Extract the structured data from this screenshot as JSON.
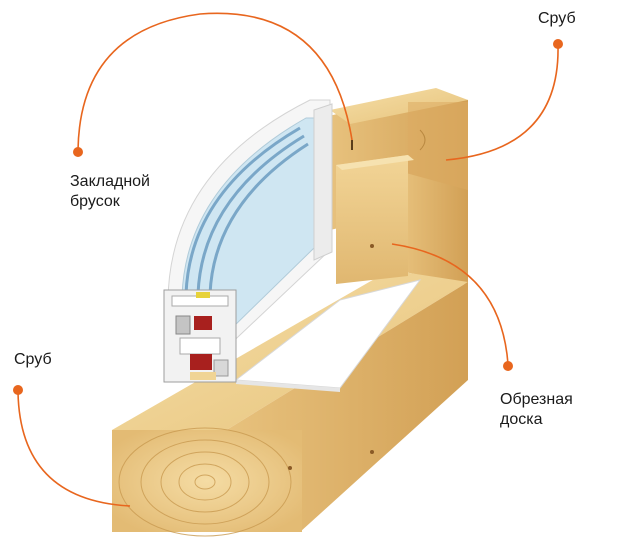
{
  "labels": {
    "srub_top": "Сруб",
    "zakladnoy_brusok": "Закладной\nбрусок",
    "srub_left": "Сруб",
    "obreznaya_doska": "Обрезная\nдоска"
  },
  "colors": {
    "callout": "#e8661e",
    "wood_light": "#f0d494",
    "wood_mid": "#dcb266",
    "wood_dark": "#c8964a",
    "pvc": "#f4f4f4",
    "glass": "#b9d8ea",
    "seal": "#a8201e"
  }
}
